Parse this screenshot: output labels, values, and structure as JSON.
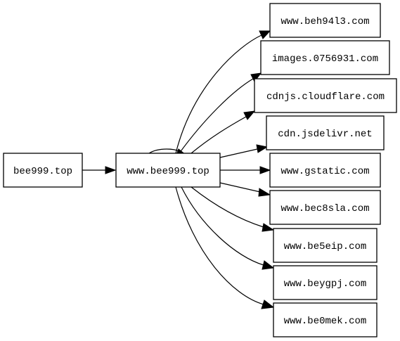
{
  "graph": {
    "nodes": [
      {
        "id": "root",
        "label": "bee999.top"
      },
      {
        "id": "hub",
        "label": "www.bee999.top"
      },
      {
        "id": "t1",
        "label": "www.beh94l3.com"
      },
      {
        "id": "t2",
        "label": "images.0756931.com"
      },
      {
        "id": "t3",
        "label": "cdnjs.cloudflare.com"
      },
      {
        "id": "t4",
        "label": "cdn.jsdelivr.net"
      },
      {
        "id": "t5",
        "label": "www.gstatic.com"
      },
      {
        "id": "t6",
        "label": "www.bec8sla.com"
      },
      {
        "id": "t7",
        "label": "www.be5eip.com"
      },
      {
        "id": "t8",
        "label": "www.beygpj.com"
      },
      {
        "id": "t9",
        "label": "www.be0mek.com"
      }
    ],
    "edges": [
      {
        "from": "root",
        "to": "hub"
      },
      {
        "from": "hub",
        "to": "hub"
      },
      {
        "from": "hub",
        "to": "t1"
      },
      {
        "from": "hub",
        "to": "t2"
      },
      {
        "from": "hub",
        "to": "t3"
      },
      {
        "from": "hub",
        "to": "t4"
      },
      {
        "from": "hub",
        "to": "t5"
      },
      {
        "from": "hub",
        "to": "t6"
      },
      {
        "from": "hub",
        "to": "t7"
      },
      {
        "from": "hub",
        "to": "t8"
      },
      {
        "from": "hub",
        "to": "t9"
      }
    ]
  }
}
